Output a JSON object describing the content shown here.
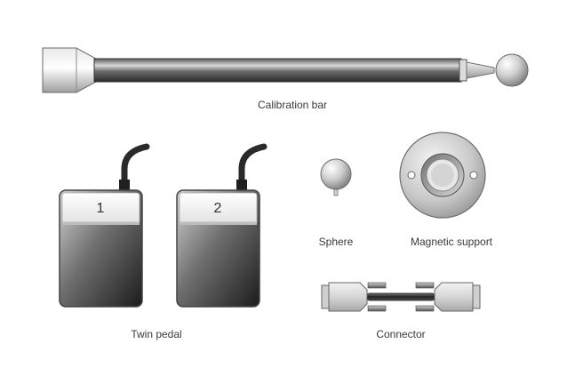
{
  "items": {
    "calibration_bar": {
      "label": "Calibration bar",
      "icon": "calibration-bar-icon"
    },
    "twin_pedal": {
      "label": "Twin pedal",
      "icon": "foot-pedal-icon",
      "pedals": [
        {
          "number": "1"
        },
        {
          "number": "2"
        }
      ]
    },
    "sphere": {
      "label": "Sphere",
      "icon": "sphere-icon"
    },
    "magnetic_support": {
      "label": "Magnetic support",
      "icon": "magnetic-support-icon"
    },
    "connector": {
      "label": "Connector",
      "icon": "connector-icon"
    }
  }
}
